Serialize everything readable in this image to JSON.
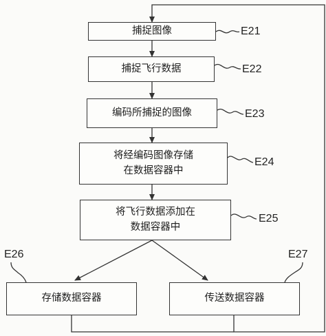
{
  "diagram": {
    "steps": {
      "e21": {
        "text": "捕捉图像",
        "label": "E21"
      },
      "e22": {
        "text": "捕捉飞行数据",
        "label": "E22"
      },
      "e23": {
        "text": "编码所捕捉的图像",
        "label": "E23"
      },
      "e24": {
        "line1": "将经编码图像存储",
        "line2": "在数据容器中",
        "label": "E24"
      },
      "e25": {
        "line1": "将飞行数据添加在",
        "line2": "数据容器中",
        "label": "E25"
      },
      "e26": {
        "text": "存储数据容器",
        "label": "E26"
      },
      "e27": {
        "text": "传送数据容器",
        "label": "E27"
      }
    },
    "colors": {
      "stroke": "#333333",
      "background": "#fbfbf9"
    }
  }
}
